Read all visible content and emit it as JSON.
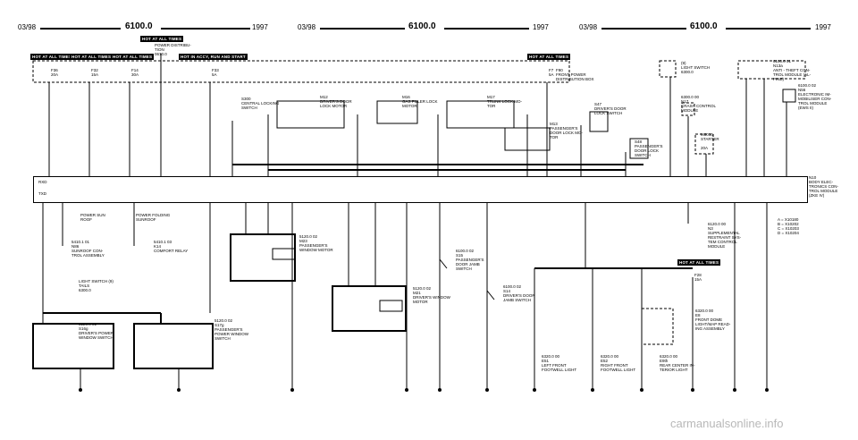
{
  "header": {
    "panels": [
      {
        "date": "03/98",
        "title": "6100.0",
        "year": "1997"
      },
      {
        "date": "03/98",
        "title": "6100.0",
        "year": "1997"
      },
      {
        "date": "03/98",
        "title": "6100.0",
        "year": "1997"
      }
    ]
  },
  "hot_labels": {
    "hot1": "HOT AT ALL TIMES",
    "hot2": "HOT AT ALL TIMES",
    "hot3": "HOT AT ALL TIMES",
    "hot4": "HOT AT ALL TIMES",
    "hot_acc": "HOT IN ACCY, RUN AND START",
    "hot_top": "HOT AT ALL TIMES",
    "hot_right": "HOT AT ALL TIMES",
    "hot_lower": "HOT AT ALL TIMES"
  },
  "fuses": {
    "f36": "F36\n20A",
    "f32": "F32\n15A",
    "f14": "F14\n30A",
    "f33": "F33\n5A",
    "f7": "F7\n5A",
    "f28": "F28\n15A"
  },
  "components": {
    "power_dist": "POWER DISTRIBU-\nTION\n0670.0",
    "front_power": "F90\nFRONT POWER\nDISTRIBUTION BOX",
    "s300": "S300\nCENTRAL LOCKING\nSWITCH",
    "m12": "M12\nDRIVER'S DOOR\nLOCK MOTOR",
    "m16": "M16\nGAS FILLER LOCK\nMOTOR",
    "m17": "M17\nTRUNK LOCK MO-\nTOR",
    "m13": "M13\nPASSENGER'S\nDOOR LOCK MO-\nTOR",
    "s47": "S47\nDRIVER'S DOOR\nLOCK SWITCH",
    "s48": "S48\nPASSENGER'S\nDOOR LOCK\nSWITCH",
    "light_switch": "(9)\nLIGHT SWITCH\n6300.0",
    "crash": "6300.0 00\nN17\nCRASH CONTROL\nMODULE",
    "starter": "M6010\nSTARTER\n\n20A",
    "anti_theft": "6100.0 01\nN13a\nANTI - THEFT CON-\nTROL MODULE (AL-\nPINE)",
    "ews": "6100.0 02\nN56\nELECTRONIC IM-\nMOBILISER CON-\nTROL MODULE\n(EWS II)",
    "body_ecu": "N10\nBODY ELEC-\nTRONICS CON-\nTROL MODULE\n(ZKE IV)",
    "sunroof_labels": "POWER SUN\nROOF",
    "folding": "POWER FOLDING\nSUNROOF",
    "n86": "5410.1 01\nN86\nSUNROOF CON-\nTROL ASSEMBLY",
    "k14": "5410.1 03\nK14\nCOMFORT RELAY",
    "light_switch_tails": "LIGHT SWITCH (9)\nTAILS\n6300.0",
    "s16g": "5120.0 01\nS16g\nDRIVER'S POWER\nWINDOW SWITCH",
    "s17g": "5120.0 02\nS17g\nPASSENGER'S\nPOWER WINDOW\nSWITCH",
    "m23": "5120.0 02\nM23\nPASSENGER'S\nWINDOW MOTOR",
    "m21": "5120.0 02\nM21\nDRIVER'S WINDOW\nMOTOR",
    "s15": "6100.0 02\nS15\nPASSENGER'S\nDOOR JAMB\nSWITCH",
    "s14": "6100.0 02\nS14\nDRIVER'S DOOR\nJAMB SWITCH",
    "n3": "6120.0 00\nN3\nSUPPLEMENTAL\nRESTRAINT SYS-\nTEM CONTROL\nMODULE",
    "e51": "6320.0 00\nE51\nLEFT FRONT\nFOOTWELL LIGHT",
    "e52": "6320.0 00\nE52\nRIGHT FRONT\nFOOTWELL LIGHT",
    "e8": "6320.0 00\nE8\nFRONT DOME\nLIGHT/MAP READ-\nING ASSEMBLY",
    "e9": "6320.0 00\nE9th\nREAR CENTER IN-\nTERIOR LIGHT"
  },
  "legend": "A = X10180\nB = X10202\nC = X10203\nD = X10204",
  "bus": {
    "rxd": "RXD",
    "txd": "TXD"
  },
  "watermark": "carmanualsonline.info"
}
